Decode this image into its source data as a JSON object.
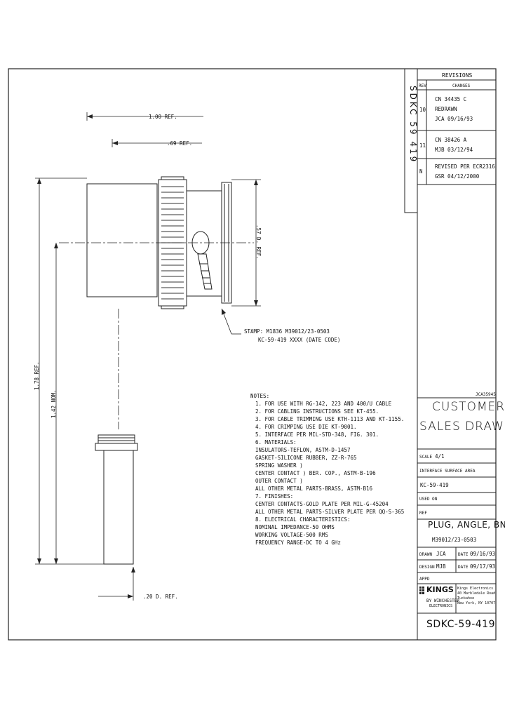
{
  "drawing_number_vertical": "SDKC 59 419",
  "revisions": {
    "title": "REVISIONS",
    "col_rev": "REV",
    "col_changes": "CHANGES",
    "rows": [
      {
        "rev": "10",
        "lines": [
          "CN 34435 C",
          "REDRAWN",
          "JCA 09/16/93"
        ]
      },
      {
        "rev": "11",
        "lines": [
          "CN 38426 A",
          "MJB 03/12/94"
        ]
      },
      {
        "rev": "N",
        "lines": [
          "REVISED PER ECR2316",
          "GSR 04/12/2000"
        ]
      }
    ]
  },
  "dims": {
    "d1": "1.00 REF.",
    "d2": ".69 REF.",
    "d3": ".57 D. REF.",
    "d4": "1.78 REF.",
    "d5": "1.42 NOM.",
    "d6": ".20 D. REF."
  },
  "stamp": {
    "line1": "STAMP: M1836 M39012/23-0503",
    "line2": "KC-59-419 XXXX (DATE CODE)"
  },
  "notes": {
    "title": "NOTES:",
    "lines": [
      "1. FOR USE WITH RG-142, 223 AND 400/U CABLE",
      "2. FOR CABLING INSTRUCTIONS SEE KT-455.",
      "3. FOR CABLE TRIMMING USE KTH-1113 AND KT-1155.",
      "4. FOR CRIMPING USE DIE KT-9001.",
      "5. INTERFACE PER MIL-STD-348, FIG. 301.",
      "6. MATERIALS:",
      "   INSULATORS-TEFLON, ASTM-D-1457",
      "   GASKET-SILICONE RUBBER, ZZ-R-765",
      "   SPRING WASHER  )",
      "   CENTER CONTACT ) BER. COP., ASTM-B-196",
      "   OUTER CONTACT  )",
      "   ALL OTHER METAL PARTS-BRASS, ASTM-B16",
      "7. FINISHES:",
      "   CENTER CONTACTS-GOLD PLATE PER MIL-G-45204",
      "   ALL OTHER METAL PARTS-SILVER PLATE PER QQ-S-365",
      "8. ELECTRICAL CHARACTERISTICS:",
      "   NOMINAL IMPEDANCE-50 OHMS",
      "   WORKING VOLTAGE-500 RMS",
      "   FREQUENCY RANGE-DC TO 4 GHz"
    ]
  },
  "title_block": {
    "small_code": "JCA35945",
    "heading1": "CUSTOMER",
    "heading2": "SALES DRAWING",
    "scale_label": "SCALE",
    "scale_value": "4/1",
    "interface_label": "INTERFACE SURFACE AREA",
    "part_no": "KC-59-419",
    "used_on_label": "USED ON",
    "ref_label": "REF",
    "part_title": "PLUG, ANGLE, BNC",
    "mil_no": "M39012/23-0503",
    "drawn_label": "DRAWN",
    "drawn_value": "JCA",
    "date_label": "DATE",
    "drawn_date": "09/16/93",
    "design_label": "DESIGN",
    "design_value": "MJB",
    "design_date": "09/17/93",
    "appd_label": "APPD",
    "company": "KINGS",
    "company_sub": "BY WINCHESTER",
    "company_sub2": "ELECTRONICS",
    "address": [
      "Kings Electronics",
      "40 Marbledale Road",
      "Tuckahoe",
      "New York, NY 10707"
    ],
    "drawing_no": "SDKC-59-419"
  }
}
